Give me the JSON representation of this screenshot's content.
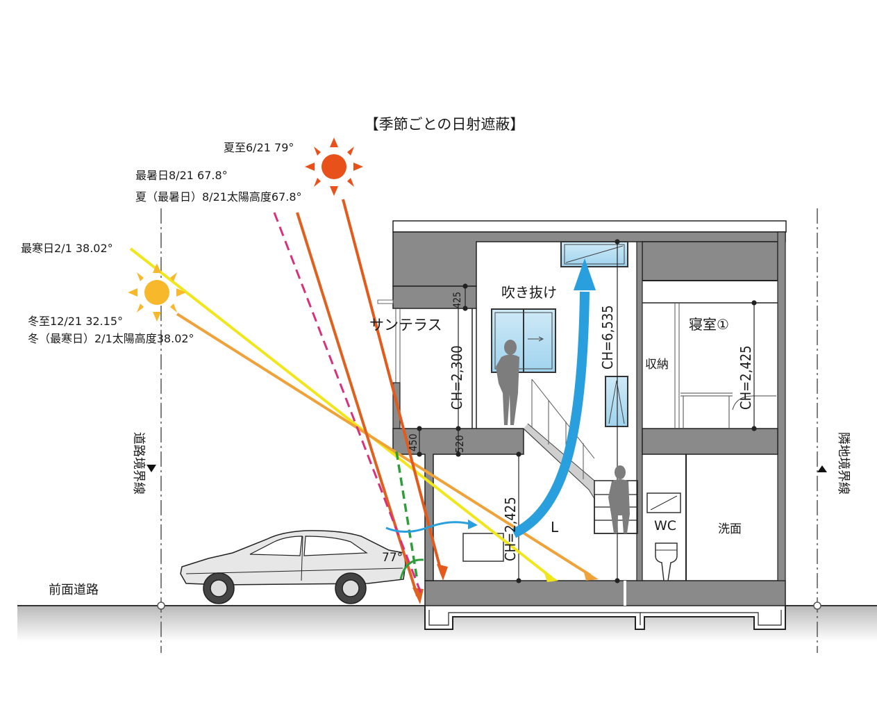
{
  "title": "【季節ごとの日射遮蔽】",
  "sun_labels": {
    "summer_solstice": "夏至6/21  79°",
    "hottest_day": "最暑日8/21  67.8°",
    "summer_altitude": "夏（最暑日）8/21太陽高度67.8°",
    "coldest_day": "最寒日2/1  38.02°",
    "winter_solstice": "冬至12/21  32.15°",
    "winter_altitude": "冬（最寒日）2/1太陽高度38.02°"
  },
  "rooms": {
    "void": "吹き抜け",
    "sun_terrace": "サンテラス",
    "bedroom": "寝室①",
    "storage": "収納",
    "living": "L",
    "wc": "WC",
    "washroom": "洗面"
  },
  "dimensions": {
    "d425_top": "425",
    "ch_terrace": "CH=2,300",
    "d450": "450",
    "d520": "520",
    "ch_living": "CH=2,425",
    "ch_void": "CH=6,535",
    "ch_bedroom": "CH=2,425"
  },
  "angle_label": "77°",
  "boundaries": {
    "road": "道路境界線",
    "neighbor": "隣地境界線"
  },
  "road_label": "前面道路",
  "colors": {
    "summer_sun": "#e8521a",
    "winter_sun": "#f7b82b",
    "ray_summer": "#e35a1c",
    "ray_hottest": "#e0601f",
    "ray_magenta": "#d9307a",
    "ray_coldest": "#f1e61c",
    "ray_winter": "#f0a23a",
    "ray_green": "#2e9e3a",
    "airflow": "#2a9fde",
    "wall": "#8a8a8a"
  }
}
